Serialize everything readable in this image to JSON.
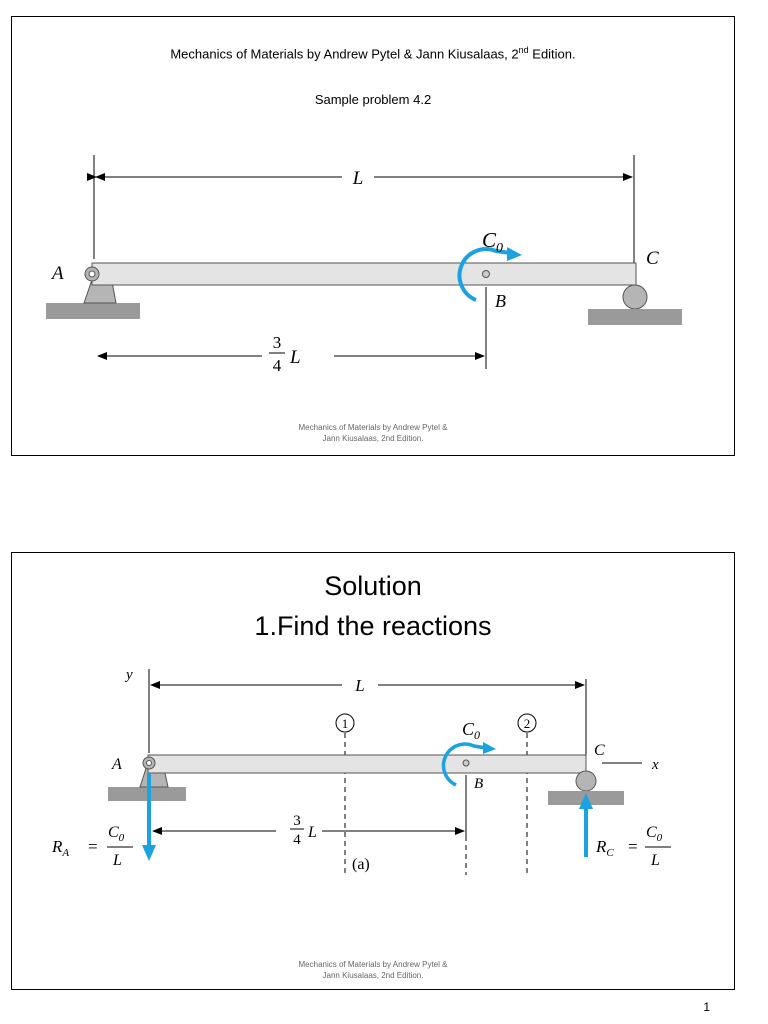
{
  "slide1": {
    "title_pre": "Mechanics of Materials by Andrew Pytel & Jann Kiusalaas,  2",
    "title_sup": "nd",
    "title_post": " Edition.",
    "subtitle": "Sample problem 4.2",
    "figure": {
      "label_L": "L",
      "label_A": "A",
      "label_B": "B",
      "label_C": "C",
      "label_C0": "C",
      "label_C0_sub": "0",
      "frac_num": "3",
      "frac_den": "4",
      "frac_L": "L"
    },
    "footer_line1": "Mechanics of Materials by Andrew Pytel &",
    "footer_line2": "Jann Kiusalaas,  2nd Edition."
  },
  "slide2": {
    "title_line1": "Solution",
    "title_line2": "1.Find the reactions",
    "figure": {
      "label_y": "y",
      "label_x": "x",
      "label_L": "L",
      "label_A": "A",
      "label_B": "B",
      "label_C": "C",
      "label_C0": "C",
      "label_C0_sub": "0",
      "section1": "1",
      "section2": "2",
      "frac_num": "3",
      "frac_den": "4",
      "frac_L": "L",
      "caption": "(a)",
      "RA_lhs": "R",
      "RA_sub": "A",
      "RA_num": "C",
      "RA_num_sub": "0",
      "RA_den": "L",
      "RC_lhs": "R",
      "RC_sub": "C",
      "RC_num": "C",
      "RC_num_sub": "0",
      "RC_den": "L",
      "equals": "="
    },
    "footer_line1": "Mechanics of Materials by Andrew Pytel &",
    "footer_line2": "Jann Kiusalaas,  2nd Edition."
  },
  "page_number": "1",
  "colors": {
    "accent_blue": "#1aa3e0",
    "beam_fill": "#e4e4e4",
    "ground_fill": "#9a9a9a",
    "support_fill": "#b5b5b5"
  }
}
